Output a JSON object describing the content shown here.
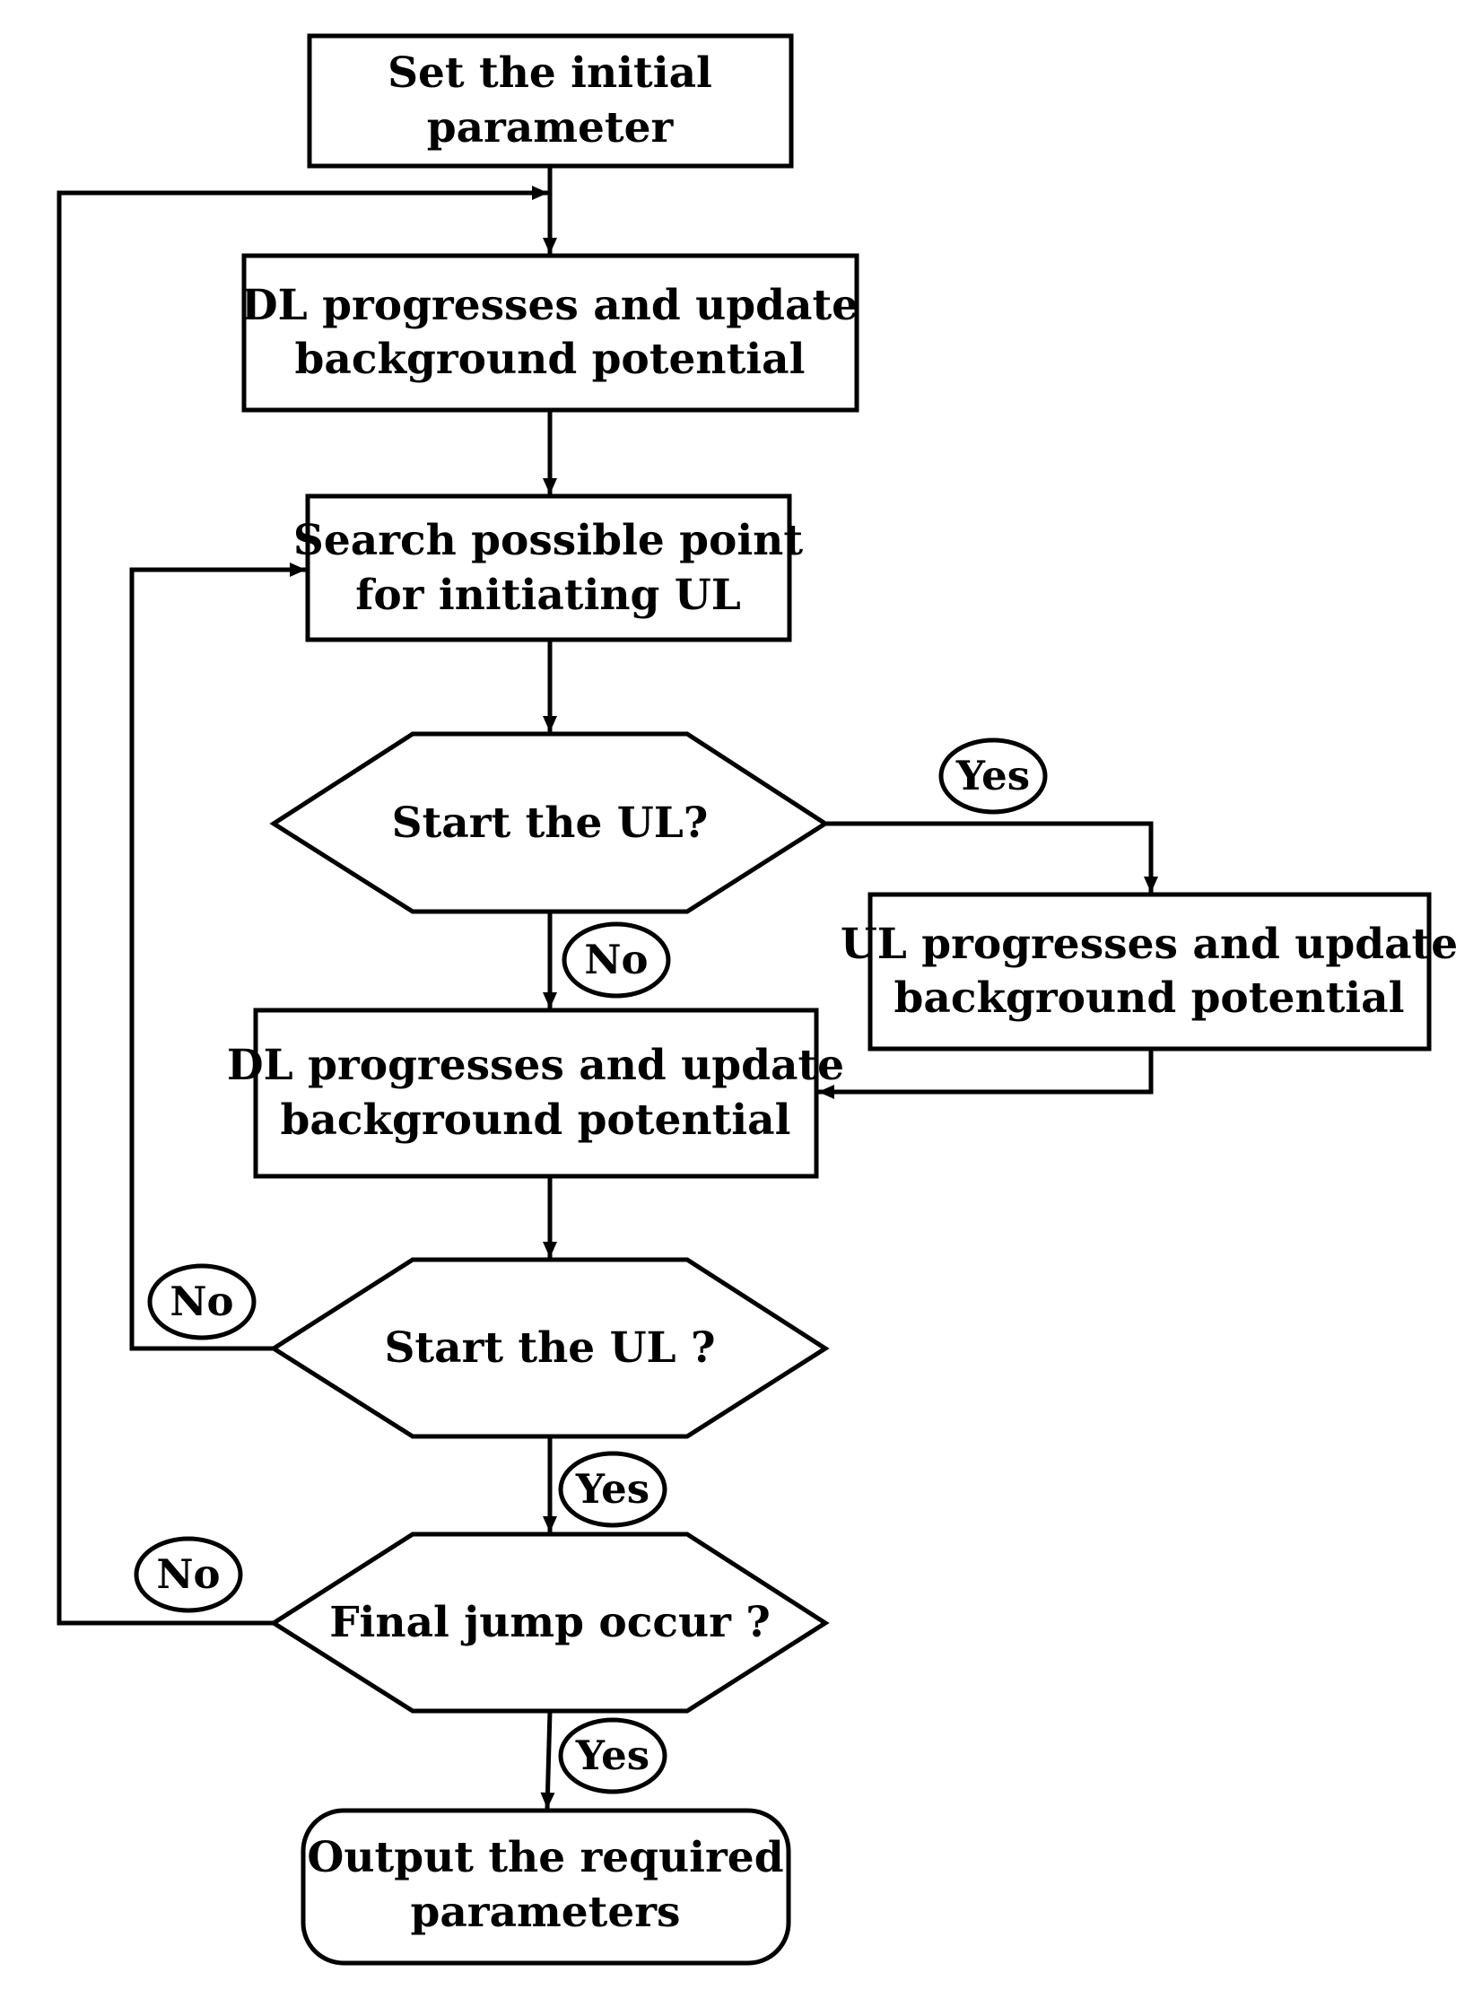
{
  "nodes": {
    "start": {
      "line1": "Set the initial",
      "line2": "parameter"
    },
    "dl_first": {
      "line1": "DL progresses and update",
      "line2": "background potential"
    },
    "search": {
      "line1": "Search possible point",
      "line2": "for initiating UL"
    },
    "decision_start_ul_1": {
      "text": "Start the UL?"
    },
    "ul_progress": {
      "line1": "UL progresses and update",
      "line2": "background potential"
    },
    "dl_second": {
      "line1": "DL progresses and update",
      "line2": "background potential"
    },
    "decision_start_ul_2": {
      "text": "Start the UL ?"
    },
    "decision_final_jump": {
      "text": "Final jump occur ?"
    },
    "output": {
      "line1": "Output the required",
      "line2": "parameters"
    }
  },
  "edge_labels": {
    "d1_yes": "Yes",
    "d1_no": "No",
    "d2_no": "No",
    "d2_yes": "Yes",
    "d3_no": "No",
    "d3_yes": "Yes"
  }
}
